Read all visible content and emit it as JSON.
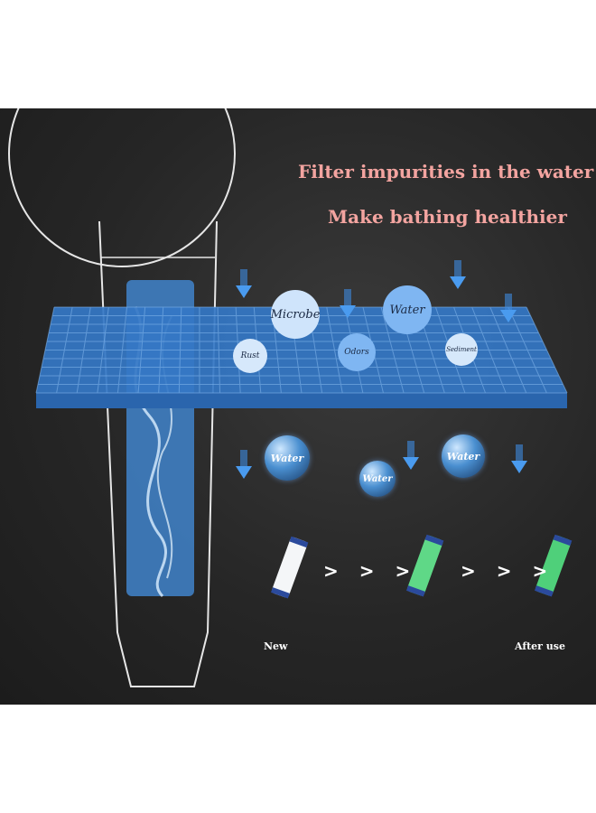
{
  "headline": {
    "line1": "Filter impurities in the water",
    "line2": "Make bathing healthier"
  },
  "impurities": [
    "Microbe",
    "Water",
    "Rust",
    "Odors",
    "Sediment"
  ],
  "filtered_water": [
    "Water",
    "Water",
    "Water"
  ],
  "progression": {
    "arrow1": "> > >",
    "arrow2": "> > >",
    "new_label": "New",
    "after_label": "After use"
  },
  "colors": {
    "headline": "#f3a4a0",
    "grid": "#2f74c4",
    "background": "#262626",
    "new_filter": "#ffffff",
    "used_filter": "#4fd07a"
  }
}
